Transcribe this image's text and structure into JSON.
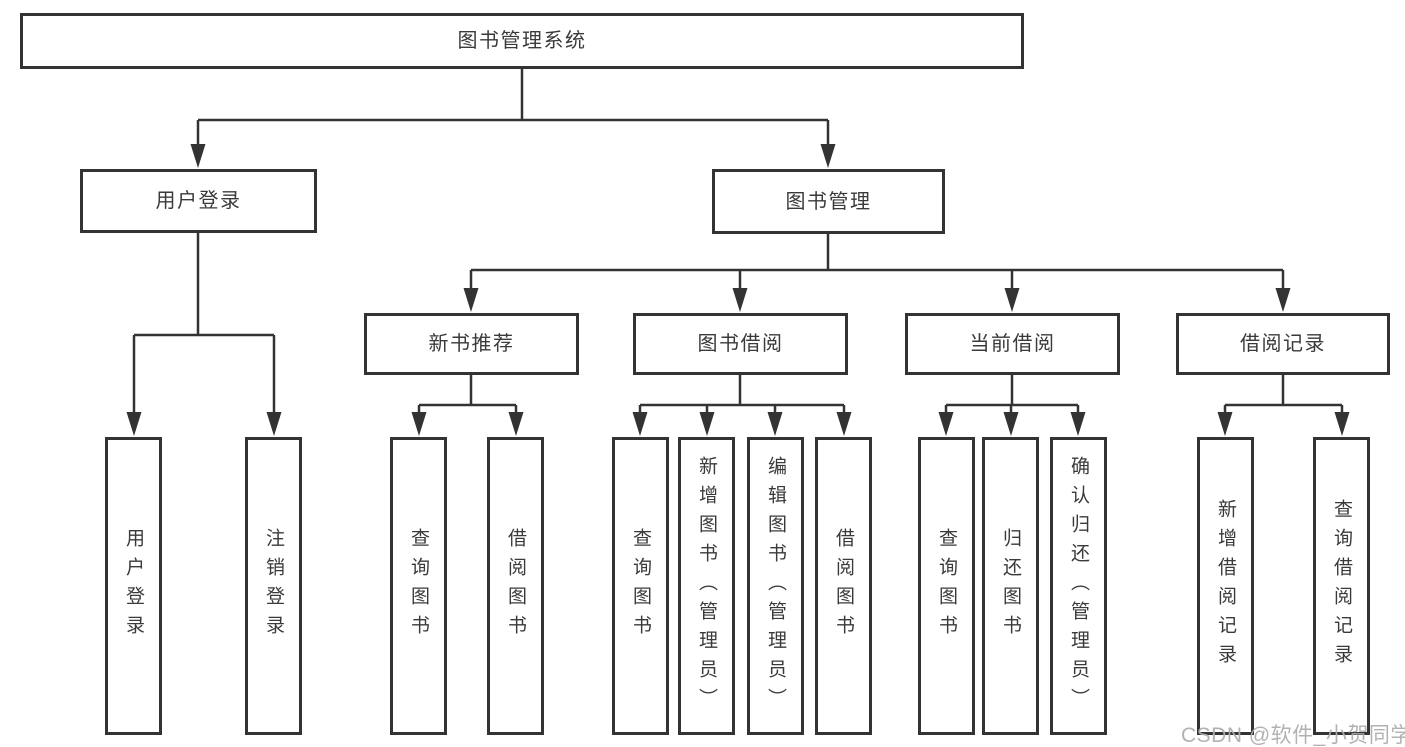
{
  "tree": {
    "root": {
      "label": "图书管理系统",
      "children": [
        {
          "label": "用户登录",
          "children": [
            {
              "label": "用户登录"
            },
            {
              "label": "注销登录"
            }
          ]
        },
        {
          "label": "图书管理",
          "children": [
            {
              "label": "新书推荐",
              "children": [
                {
                  "label": "查询图书"
                },
                {
                  "label": "借阅图书"
                }
              ]
            },
            {
              "label": "图书借阅",
              "children": [
                {
                  "label": "查询图书"
                },
                {
                  "label": "新增图书（管理员）"
                },
                {
                  "label": "编辑图书（管理员）"
                },
                {
                  "label": "借阅图书"
                }
              ]
            },
            {
              "label": "当前借阅",
              "children": [
                {
                  "label": "查询图书"
                },
                {
                  "label": "归还图书"
                },
                {
                  "label": "确认归还（管理员）"
                }
              ]
            },
            {
              "label": "借阅记录",
              "children": [
                {
                  "label": "新增借阅记录"
                },
                {
                  "label": "查询借阅记录"
                }
              ]
            }
          ]
        }
      ]
    }
  },
  "watermark": "CSDN @软件_小贺同学",
  "colors": {
    "line": "#333333",
    "text": "#3a3a3a",
    "watermark": "#aeaeae",
    "background": "#ffffff"
  }
}
